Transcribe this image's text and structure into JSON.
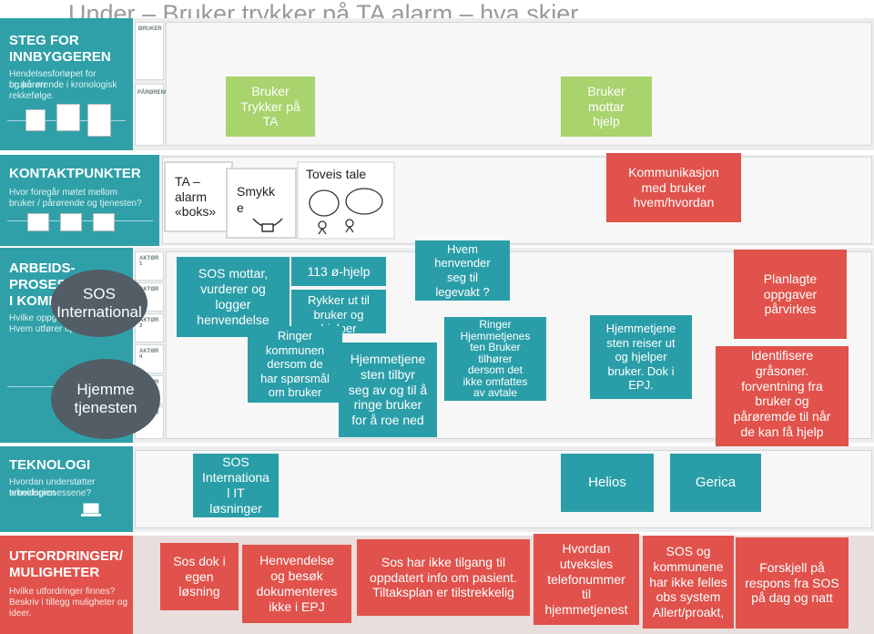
{
  "title": "Under – Bruker trykker på TA alarm – hva skjer",
  "sections": {
    "steg": {
      "title1": "STEG FOR",
      "title2": "INNBYGGEREN",
      "sub1": "Hendelsesforløpet for brukeren",
      "sub2": "og pårørende i kronologisk",
      "sub3": "rekkefølge."
    },
    "kontakt": {
      "title": "KONTAKTPUNKTER",
      "sub1": "Hvor foregår møtet mellom",
      "sub2": "bruker / pårørende og tjenesten?"
    },
    "arbeid": {
      "title1": "ARBEIDS-",
      "title2": "PROSESSER",
      "title3": "I KOMM",
      "sub1": "Hvilke oppg",
      "sub2": "Hvem utfører op"
    },
    "teknologi": {
      "title": "TEKNOLOGI",
      "sub1": "Hvordan understøtter teknologien",
      "sub2": "arbeidsprosessene?"
    },
    "utfordringer": {
      "title1": "UTFORDRINGER/",
      "title2": "MULIGHETER",
      "sub1": "Hvilke utfordringer finnes?",
      "sub2": "Beskriv i tillegg muligheter og ideer."
    }
  },
  "lane_labels": {
    "bruker": "BRUKER",
    "parorende": "PÅRØRENDE",
    "aktor1": "AKTØR 1",
    "aktor2": "AKTØR 2",
    "aktor3": "AKTØR 3",
    "aktor4": "AKTØR 4",
    "aktor5": "AKTØR 5",
    "aktor6": "AKTØR 6"
  },
  "steg_boxes": {
    "b1a": "Bruker",
    "b1b": "Trykker på",
    "b1c": "TA",
    "b2a": "Bruker",
    "b2b": "mottar",
    "b2c": "hjelp"
  },
  "kontakt_boxes": {
    "ta1": "TA –",
    "ta2": "alarm",
    "ta3": "«boks»",
    "smykk1": "Smykk",
    "smykk2": "e",
    "toveis": "Toveis tale",
    "komm1": "Kommunikasjon",
    "komm2": "med bruker",
    "komm3": "hvem/hvordan"
  },
  "ovals": {
    "sos1": "SOS",
    "sos2": "International",
    "hjem1": "Hjemme",
    "hjem2": "tjenesten"
  },
  "arbeid_texts": {
    "sos_mottar": [
      "SOS mottar,",
      "vurderer og",
      "logger",
      "henvendelse"
    ],
    "hjelp113": "113 ø-hjelp",
    "rykker": [
      "Rykker ut til",
      "bruker og",
      "hjelper"
    ],
    "ringer_kommunen": [
      "Ringer",
      "kommunen",
      "dersom de",
      "har spørsmål",
      "om bruker"
    ],
    "hjemmetjeneste_tilbyr": [
      "Hjemmetjene",
      "sten tilbyr",
      "seg av og til å",
      "ringe bruker",
      "for å roe ned"
    ],
    "hvem_henvender": [
      "Hvem",
      "henvender",
      "seg til",
      "legevakt ?"
    ],
    "ringer_hjemmetjenes": [
      "Ringer",
      "Hjemmetjenes",
      "ten  Bruker",
      "tilhører",
      "dersom det",
      "ikke omfattes",
      "av avtale"
    ],
    "hjemmetjeneste_reiser": [
      "Hjemmetjene",
      "sten reiser ut",
      "og hjelper",
      "bruker. Dok i",
      "EPJ."
    ],
    "planlagte": [
      "Planlagte",
      "oppgaver",
      "pårvirkes"
    ],
    "identifisere": [
      "Identifisere",
      "gråsoner.",
      "forventning fra",
      "bruker og",
      "pårøremde til når",
      "de kan få hjelp"
    ]
  },
  "teknologi_boxes": {
    "sos_it": [
      "SOS",
      "Internationa",
      "l IT",
      "løsninger"
    ],
    "helios": "Helios",
    "gerica": "Gerica"
  },
  "utfordringer_boxes": {
    "sos_dok": [
      "Sos dok i",
      "egen",
      "løsning"
    ],
    "henvendelse": [
      "Henvendelse",
      "og besøk",
      "dokumenteres",
      "ikke i  EPJ"
    ],
    "ikke_tilgang": [
      "Sos har ikke tilgang til",
      "oppdatert info om pasient.",
      "Tiltaksplan er tilstrekkelig"
    ],
    "hvordan": [
      "Hvordan",
      "utveksles",
      "telefonummer",
      "til",
      "hjemmetjenest"
    ],
    "sos_kommunene": [
      "SOS og",
      "kommunene",
      "har ikke felles",
      "obs system",
      "Allert/proakt,"
    ],
    "forskjell": [
      "Forskjell på",
      "respons fra SOS",
      "på dag og natt"
    ]
  },
  "colors": {
    "teal": "#2fa0a8",
    "green": "#a8d36d",
    "red": "#e0524b",
    "oval": "#525d66"
  }
}
